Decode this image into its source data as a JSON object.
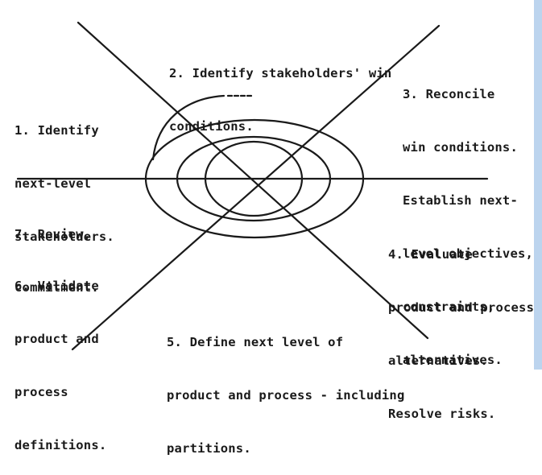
{
  "colors": {
    "ink": "#1a1a1a",
    "background": "#ffffff",
    "right_strip": "#bcd4ee"
  },
  "labels": {
    "step1": [
      "1. Identify",
      "next-level",
      "stakeholders."
    ],
    "step2": [
      "2. Identify stakeholders' win",
      "conditions."
    ],
    "step3": [
      "3. Reconcile",
      "win conditions.",
      "Establish next-",
      "level objectives,",
      "constraints,",
      "alternatives."
    ],
    "step4": [
      "4. Evaluate",
      "product and process",
      "alternatives.",
      "Resolve risks."
    ],
    "step5": [
      "5. Define next level of",
      "product and process - including",
      "partitions."
    ],
    "step6": [
      "6. Validate",
      "product and",
      "process",
      "definitions."
    ],
    "step7": [
      "7. Review,",
      "commitment."
    ]
  }
}
